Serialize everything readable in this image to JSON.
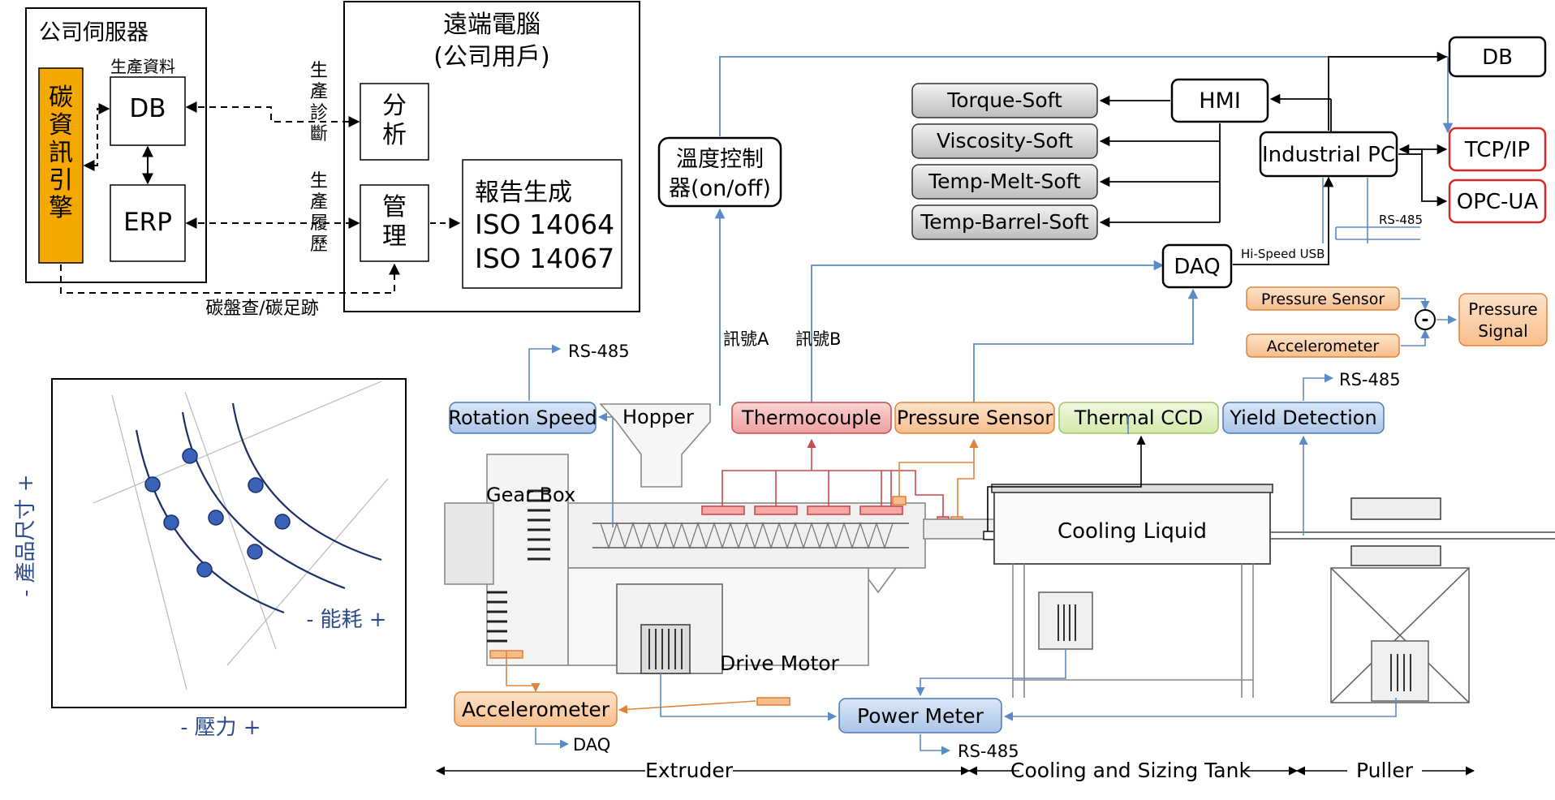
{
  "company_server": {
    "title": "公司伺服器",
    "production_data_label": "生產資料",
    "carbon_engine": "碳資訊引擎",
    "db": "DB",
    "erp": "ERP"
  },
  "remote_pc": {
    "title_line1": "遠端電腦",
    "title_line2": "(公司用戶)",
    "analysis": "分析",
    "management": "管理",
    "report_line1": "報告生成",
    "report_line2": "ISO 14064",
    "report_line3": "ISO 14067"
  },
  "links": {
    "diagnosis": "生產診斷",
    "history": "生產履歷",
    "carbon_trace": "碳盤查/碳足跡"
  },
  "chart": {
    "y_label": "- 產品尺寸 +",
    "x_label": "- 壓力 +",
    "curve_label": "- 能耗 +"
  },
  "chart_data": {
    "type": "scatter",
    "xlabel": "- 壓力 +",
    "ylabel": "- 產品尺寸 +",
    "annotations": [
      "- 能耗 +"
    ],
    "grid": true
  },
  "temp_controller": "溫度控制器(on/off)",
  "signal_a": "訊號A",
  "signal_b": "訊號B",
  "soft_sensors": [
    "Torque-Soft",
    "Viscosity-Soft",
    "Temp-Melt-Soft",
    "Temp-Barrel-Soft"
  ],
  "hmi": "HMI",
  "industrial_pc": "Industrial PC",
  "db_right": "DB",
  "protocols": [
    "TCP/IP",
    "OPC-UA"
  ],
  "rs485": "RS-485",
  "daq": "DAQ",
  "hi_speed_usb": "Hi-Speed USB",
  "pressure_signal": {
    "sensor": "Pressure Sensor",
    "accelerometer": "Accelerometer",
    "output_line1": "Pressure",
    "output_line2": "Signal",
    "minus": "-"
  },
  "sensors": {
    "rotation_speed": "Rotation Speed",
    "hopper": "Hopper",
    "thermocouple": "Thermocouple",
    "pressure_sensor": "Pressure Sensor",
    "thermal_ccd": "Thermal CCD",
    "yield_detection": "Yield Detection"
  },
  "machine": {
    "gear_box": "Gear Box",
    "cooling_liquid": "Cooling Liquid",
    "drive_motor": "Drive Motor",
    "accelerometer": "Accelerometer",
    "power_meter": "Power Meter",
    "daq": "DAQ"
  },
  "sections": {
    "extruder": "Extruder",
    "cooling_tank": "Cooling and Sizing Tank",
    "puller": "Puller"
  },
  "colors": {
    "blue_fill": "#c5d8f1",
    "blue_stroke": "#4a78b8",
    "red_fill": "#f4b8b8",
    "red_stroke": "#c94a4a",
    "orange_fill": "#fbd2ab",
    "orange_stroke": "#e0843a",
    "green_fill": "#e2f2c4",
    "green_stroke": "#9fc36a",
    "yellow_engine": "#f5a800",
    "signal_line": "#5b8ac4"
  }
}
